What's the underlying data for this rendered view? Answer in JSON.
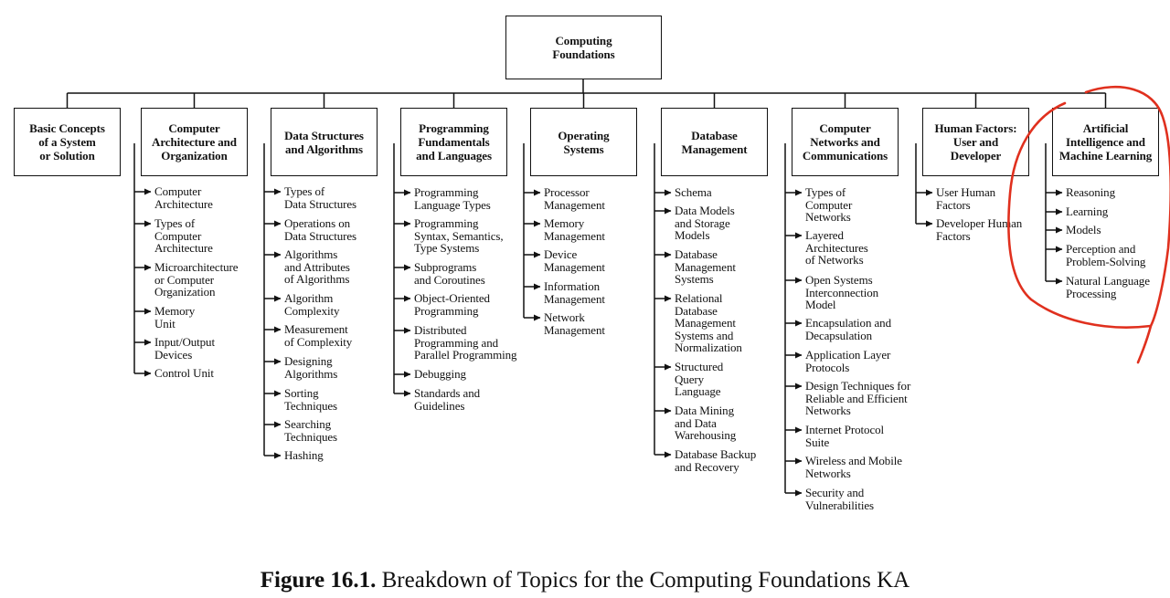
{
  "root": {
    "label": "Computing\nFoundations"
  },
  "branches": [
    {
      "title": "Basic Concepts\nof a System\nor Solution",
      "items": []
    },
    {
      "title": "Computer\nArchitecture and\nOrganization",
      "items": [
        "Computer\nArchitecture",
        "Types of\nComputer\nArchitecture",
        "Microarchitecture\nor Computer\nOrganization",
        "Memory\nUnit",
        "Input/Output\nDevices",
        "Control Unit"
      ]
    },
    {
      "title": "Data Structures\nand Algorithms",
      "items": [
        "Types of\nData Structures",
        "Operations on\nData Structures",
        "Algorithms\nand Attributes\nof Algorithms",
        "Algorithm\nComplexity",
        "Measurement\nof Complexity",
        "Designing\nAlgorithms",
        "Sorting\nTechniques",
        "Searching\nTechniques",
        "Hashing"
      ]
    },
    {
      "title": "Programming\nFundamentals\nand Languages",
      "items": [
        "Programming\nLanguage Types",
        "Programming\nSyntax, Semantics,\nType Systems",
        "Subprograms\nand Coroutines",
        "Object-Oriented\nProgramming",
        "Distributed\nProgramming and\nParallel Programming",
        "Debugging",
        "Standards and\nGuidelines"
      ]
    },
    {
      "title": "Operating\nSystems",
      "items": [
        "Processor\nManagement",
        "Memory\nManagement",
        "Device\nManagement",
        "Information\nManagement",
        "Network\nManagement"
      ]
    },
    {
      "title": "Database\nManagement",
      "items": [
        "Schema",
        "Data Models\nand Storage\nModels",
        "Database\nManagement\nSystems",
        "Relational\nDatabase\nManagement\nSystems and\nNormalization",
        "Structured\nQuery\nLanguage",
        "Data Mining\nand Data\nWarehousing",
        "Database Backup\nand Recovery"
      ]
    },
    {
      "title": "Computer\nNetworks and\nCommunications",
      "items": [
        "Types of\nComputer\nNetworks",
        "Layered\nArchitectures\nof Networks",
        "Open Systems\nInterconnection\nModel",
        "Encapsulation and\nDecapsulation",
        "Application Layer\nProtocols",
        "Design Techniques for\nReliable and Efficient\nNetworks",
        "Internet Protocol\nSuite",
        "Wireless and Mobile\nNetworks",
        "Security and\nVulnerabilities"
      ]
    },
    {
      "title": "Human Factors:\nUser and\nDeveloper",
      "items": [
        "User Human\nFactors",
        "Developer Human\nFactors"
      ]
    },
    {
      "title": "Artificial\nIntelligence and\nMachine Learning",
      "items": [
        "Reasoning",
        "Learning",
        "Models",
        "Perception and\nProblem-Solving",
        "Natural Language\nProcessing"
      ]
    }
  ],
  "annotation": {
    "shape": "freehand-circle",
    "target_branch": "Artificial\nIntelligence and\nMachine Learning",
    "color": "#e0301e"
  },
  "caption": {
    "label": "Figure 16.1.",
    "text": " Breakdown of Topics for the Computing Foundations KA"
  },
  "colors": {
    "line": "#111111",
    "annotation": "#e0301e"
  }
}
